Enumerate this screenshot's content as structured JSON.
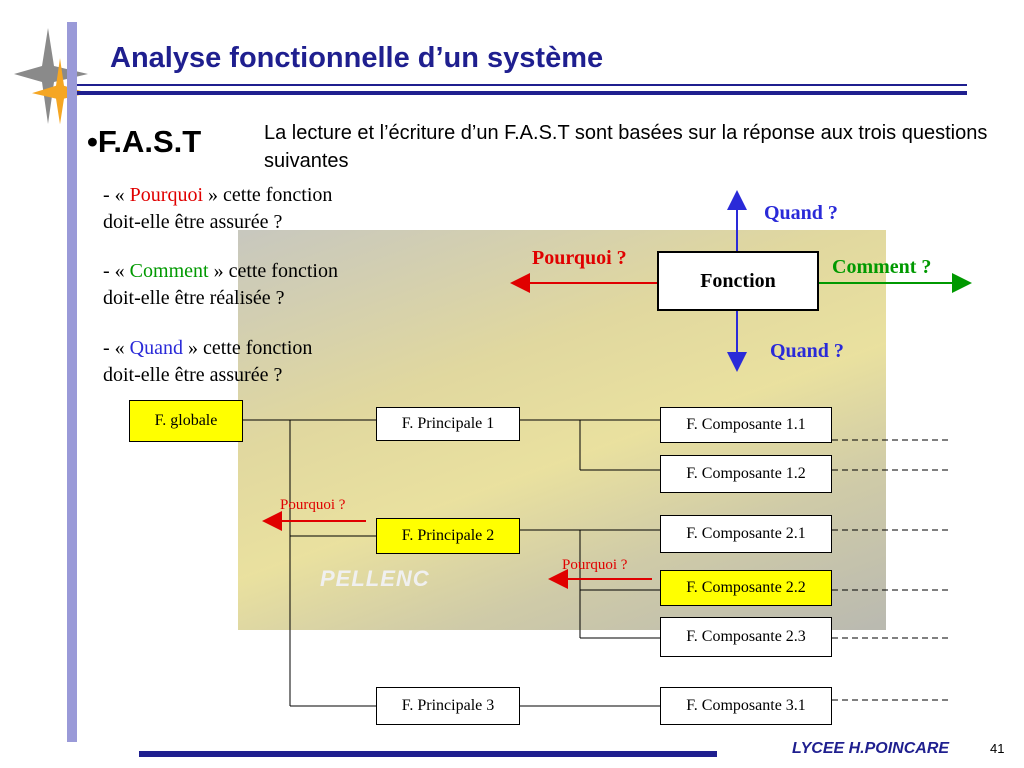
{
  "title": "Analyse fonctionnelle d’un système",
  "bullet": "•F.A.S.T",
  "intro": "La lecture et l’écriture d’un F.A.S.T sont basées sur la réponse aux trois questions suivantes",
  "questions": [
    {
      "prefix": "- « ",
      "keyword": "Pourquoi",
      "suffix": " » cette fonction",
      "line2": "doit-elle être assurée ?"
    },
    {
      "prefix": "- « ",
      "keyword": "Comment",
      "suffix": " » cette fonction",
      "line2": "doit-elle être réalisée ?"
    },
    {
      "prefix": "- « ",
      "keyword": "Quand",
      "suffix": " » cette fonction",
      "line2": "doit-elle être assurée ?"
    }
  ],
  "diagram": {
    "fonction": "Fonction",
    "pourquoi": "Pourquoi ?",
    "comment": "Comment ?",
    "quand_top": "Quand ?",
    "quand_bottom": "Quand ?"
  },
  "photo_logo": "PELLENC",
  "fast": {
    "globale": "F. globale",
    "principales": [
      "F. Principale 1",
      "F. Principale 2",
      "F. Principale 3"
    ],
    "composantes": [
      "F. Composante 1.1",
      "F. Composante 1.2",
      "F. Composante 2.1",
      "F. Composante 2.2",
      "F. Composante 2.3",
      "F. Composante 3.1"
    ],
    "pourquoi_1": "Pourquoi ?",
    "pourquoi_2": "Pourquoi ?"
  },
  "footer": "LYCEE H.POINCARE",
  "page_number": "41",
  "colors": {
    "accent": "#1f1f8f",
    "pourquoi": "#e00000",
    "comment": "#009900",
    "quand": "#2a2ad8",
    "highlight": "#ffff00"
  }
}
